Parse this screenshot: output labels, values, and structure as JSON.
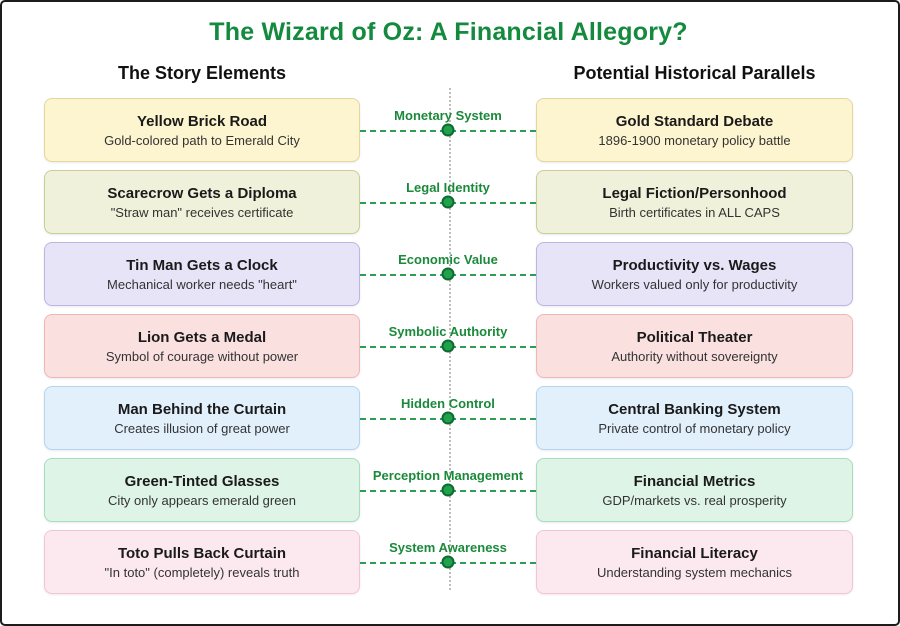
{
  "title": "The Wizard of Oz: A Financial Allegory?",
  "columns": {
    "left_header": "The Story Elements",
    "right_header": "Potential Historical Parallels"
  },
  "colors": {
    "accent_green": "#148a3e",
    "label_green": "#1a8a3a",
    "dot_fill": "#21a050",
    "dot_border": "#0d6b2e",
    "dash_green": "#2f9e54",
    "center_line": "#bdbdbd",
    "header_text": "#111111",
    "card_title": "#1a1a1a",
    "card_sub": "#333333"
  },
  "rows": [
    {
      "left_title": "Yellow Brick Road",
      "left_sub": "Gold-colored path to Emerald City",
      "label": "Monetary System",
      "right_title": "Gold Standard Debate",
      "right_sub": "1896-1900 monetary policy battle",
      "fill": "#fdf5d0",
      "border": "#e3d79e"
    },
    {
      "left_title": "Scarecrow Gets a Diploma",
      "left_sub": "\"Straw man\" receives certificate",
      "label": "Legal Identity",
      "right_title": "Legal Fiction/Personhood",
      "right_sub": "Birth certificates in ALL CAPS",
      "fill": "#f0f1da",
      "border": "#c9cd99"
    },
    {
      "left_title": "Tin Man Gets a Clock",
      "left_sub": "Mechanical worker needs \"heart\"",
      "label": "Economic Value",
      "right_title": "Productivity vs. Wages",
      "right_sub": "Workers valued only for productivity",
      "fill": "#e7e4f8",
      "border": "#bcb6e4"
    },
    {
      "left_title": "Lion Gets a Medal",
      "left_sub": "Symbol of courage without power",
      "label": "Symbolic Authority",
      "right_title": "Political Theater",
      "right_sub": "Authority without sovereignty",
      "fill": "#fbe0e0",
      "border": "#f0b6b6"
    },
    {
      "left_title": "Man Behind the Curtain",
      "left_sub": "Creates illusion of great power",
      "label": "Hidden Control",
      "right_title": "Central Banking System",
      "right_sub": "Private control of monetary policy",
      "fill": "#e2f0fc",
      "border": "#b3d5f0"
    },
    {
      "left_title": "Green-Tinted Glasses",
      "left_sub": "City only appears emerald green",
      "label": "Perception Management",
      "right_title": "Financial Metrics",
      "right_sub": "GDP/markets vs. real prosperity",
      "fill": "#def4e6",
      "border": "#a7dcc1"
    },
    {
      "left_title": "Toto Pulls Back Curtain",
      "left_sub": "\"In toto\" (completely) reveals truth",
      "label": "System Awareness",
      "right_title": "Financial Literacy",
      "right_sub": "Understanding system mechanics",
      "fill": "#fce9f0",
      "border": "#f2c4d6"
    }
  ]
}
